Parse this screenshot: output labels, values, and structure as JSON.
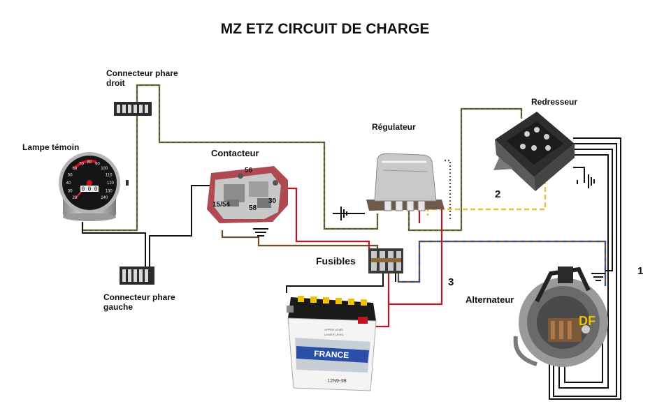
{
  "title": "MZ ETZ CIRCUIT DE CHARGE",
  "components": {
    "connecteur_droit": "Connecteur phare\ndroit",
    "lampe_temoin": "Lampe témoin",
    "contacteur": "Contacteur",
    "regulateur": "Régulateur",
    "redresseur": "Redresseur",
    "fusibles": "Fusibles",
    "alternateur": "Alternateur",
    "connecteur_gauche": "Connecteur phare\ngauche"
  },
  "terminals": {
    "t56": "56",
    "t15_54": "15/54",
    "t30": "30",
    "t58": "58",
    "df": "DF"
  },
  "wire_numbers": {
    "n1": "1",
    "n2": "2",
    "n3": "3"
  },
  "gauge_numbers": [
    "20",
    "30",
    "40",
    "50",
    "60",
    "70",
    "80",
    "90",
    "100",
    "110",
    "120",
    "130",
    "140"
  ],
  "gauge_counter": "0 0 0",
  "battery": {
    "brand": "FRANCE",
    "model": "12N9-3B",
    "upper": "UPPER LEVEL",
    "lower": "LOWER LEVEL"
  },
  "colors": {
    "wire_black": "#111111",
    "wire_red": "#c0141c",
    "wire_brown_green": "#6d4b2a",
    "wire_yellow": "#e8c33a",
    "wire_blue": "#2a4fa8",
    "df_text": "#f2c200"
  }
}
